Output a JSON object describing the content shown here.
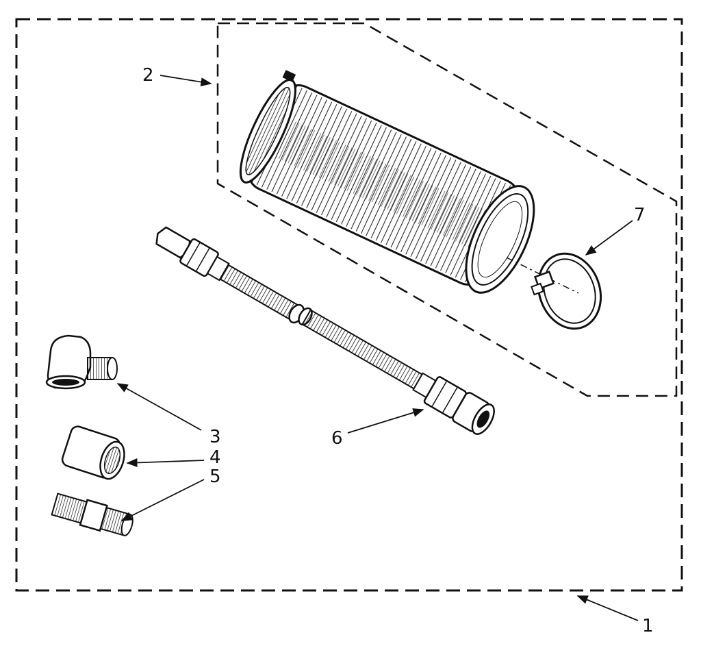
{
  "callouts": {
    "c1": "1",
    "c2": "2",
    "c3": "3",
    "c4": "4",
    "c5": "5",
    "c6": "6",
    "c7": "7"
  },
  "colors": {
    "ink": "#111111",
    "paper": "#ffffff"
  }
}
